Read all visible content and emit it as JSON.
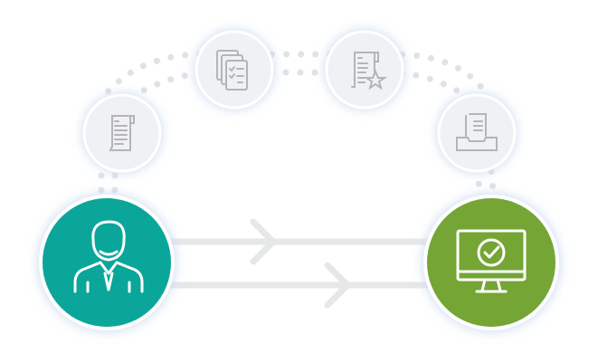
{
  "colors": {
    "teal": "#0ba69a",
    "green": "#74a535",
    "small_fill": "#eff1f4",
    "icon_gray": "#b5b5b5",
    "dots": "#dfe2e6",
    "arrow": "#e6e7e9"
  },
  "nodes": [
    {
      "id": "user",
      "icon": "businessman-icon"
    },
    {
      "id": "doc1",
      "icon": "scroll-document-icon"
    },
    {
      "id": "doc2",
      "icon": "checklist-documents-icon"
    },
    {
      "id": "doc3",
      "icon": "certificate-star-icon"
    },
    {
      "id": "doc4",
      "icon": "document-tray-icon"
    },
    {
      "id": "result",
      "icon": "monitor-check-icon"
    }
  ]
}
